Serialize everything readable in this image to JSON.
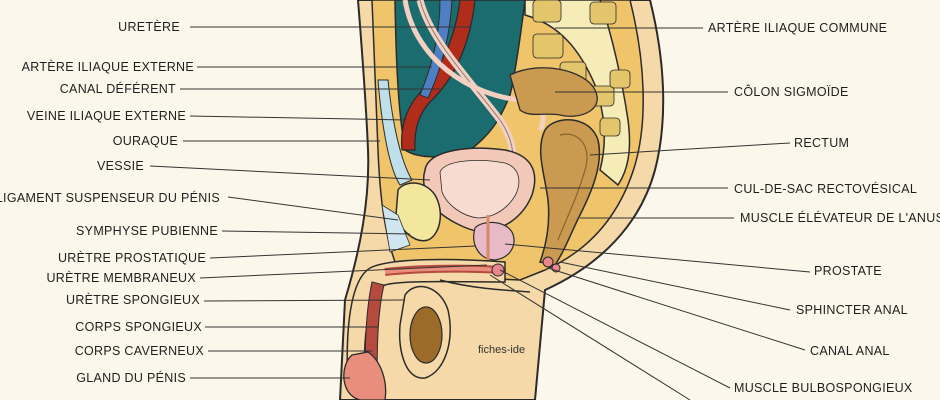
{
  "watermark": "fiches-ide",
  "labels_left": [
    "URETÈRE",
    "ARTÈRE ILIAQUE EXTERNE",
    "CANAL DÉFÉRENT",
    "VEINE ILIAQUE EXTERNE",
    "OURAQUE",
    "VESSIE",
    "LIGAMENT SUSPENSEUR DU PÉNIS",
    "SYMPHYSE PUBIENNE",
    "URÈTRE PROSTATIQUE",
    "URÈTRE MEMBRANEUX",
    "URÈTRE SPONGIEUX",
    "CORPS SPONGIEUX",
    "CORPS CAVERNEUX",
    "GLAND DU PÉNIS"
  ],
  "labels_right": [
    "ARTÈRE ILIAQUE COMMUNE",
    "CÔLON SIGMOÏDE",
    "RECTUM",
    "CUL-DE-SAC RECTOVÉSICAL",
    "MUSCLE ÉLÉVATEUR DE L'ANUS",
    "PROSTATE",
    "SPHINCTER ANAL",
    "CANAL ANAL",
    "MUSCLE BULBOSPONGIEUX"
  ],
  "colors": {
    "background": "#fbf7ea",
    "skin": "#f6d9a8",
    "fat": "#efc46a",
    "cavity": "#1b6c6e",
    "artery": "#b02d1c",
    "vein": "#4f7fc3",
    "bladder": "#f2c9b8",
    "colon": "#c99a4f",
    "prostate": "#e8b9c6",
    "bone": "#f6ecb8",
    "outline": "#2b2b2b",
    "leader": "#333333"
  }
}
